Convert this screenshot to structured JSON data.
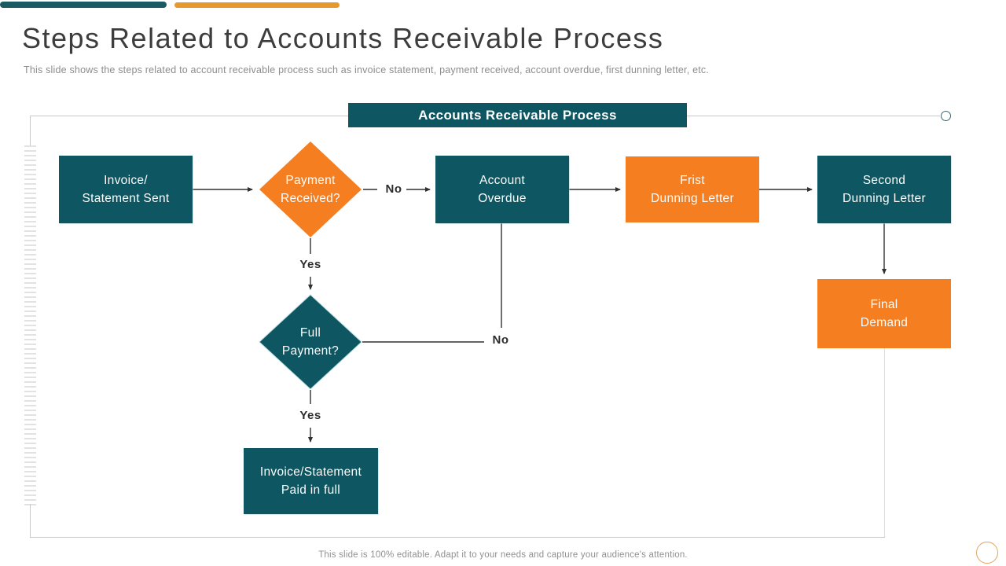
{
  "slide": {
    "title": "Steps Related to Accounts Receivable Process",
    "subtitle": "This slide shows the steps related to account receivable process such as invoice statement, payment received, account overdue, first dunning letter, etc.",
    "footer": "This slide is 100% editable. Adapt it to your needs and capture your audience's attention."
  },
  "flowchart": {
    "header": "Accounts Receivable Process",
    "nodes": {
      "invoice_sent": "Invoice/\nStatement Sent",
      "payment_received": "Payment\nReceived?",
      "account_overdue": "Account\nOverdue",
      "first_dunning": "Frist\nDunning Letter",
      "second_dunning": "Second\nDunning Letter",
      "final_demand": "Final\nDemand",
      "full_payment": "Full\nPayment?",
      "invoice_paid": "Invoice/Statement\nPaid in full"
    },
    "labels": {
      "no_payment": "No",
      "yes_payment": "Yes",
      "no_full_payment": "No",
      "yes_full_payment": "Yes"
    }
  },
  "colors": {
    "teal": "#0e5661",
    "orange": "#f57e20",
    "bar_teal": "#1a5a62",
    "bar_orange": "#e6992f",
    "line": "#303030",
    "frame": "#c9c9c9",
    "circle_teal": "#2f6b73",
    "circle_orange": "#dfa460"
  }
}
